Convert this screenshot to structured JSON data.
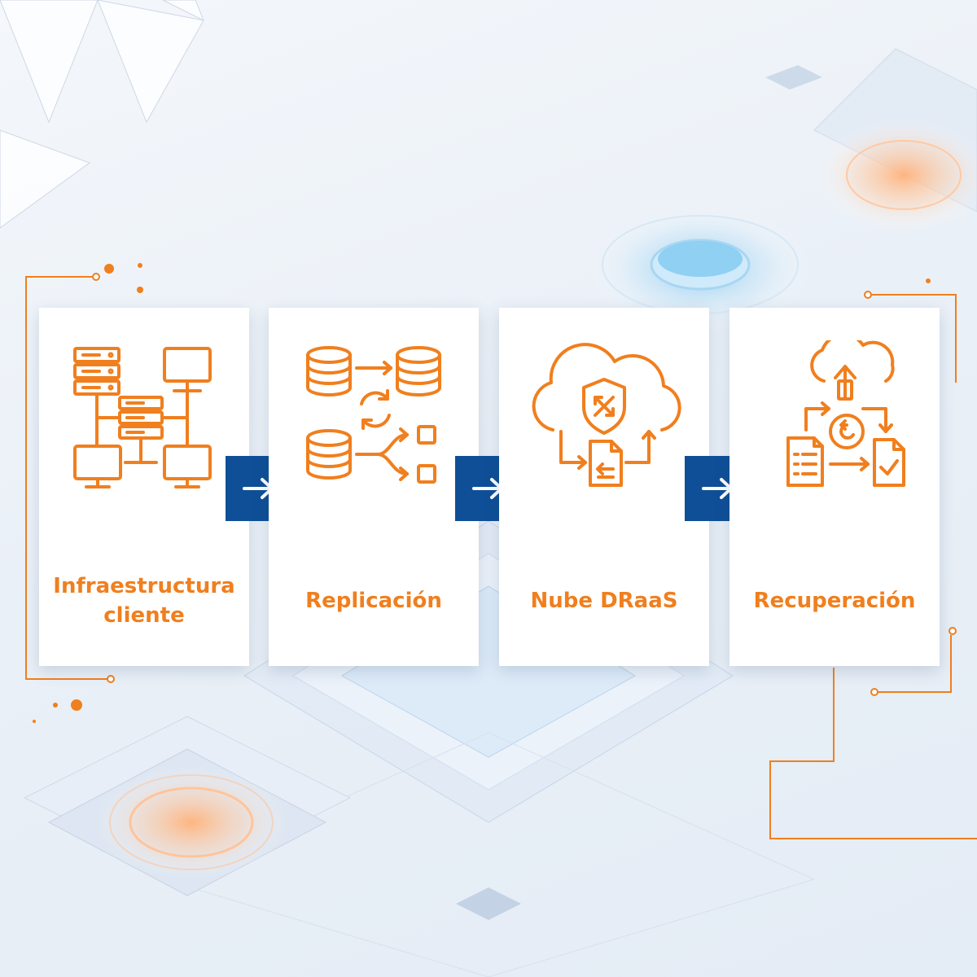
{
  "steps": [
    {
      "label": "Infraestructura cliente",
      "icon": "server-network-icon"
    },
    {
      "label": "Replicación",
      "icon": "database-replication-icon"
    },
    {
      "label": "Nube DRaaS",
      "icon": "cloud-shield-icon"
    },
    {
      "label": "Recuperación",
      "icon": "recovery-cycle-icon"
    }
  ],
  "connectors": [
    {
      "icon": "arrow-right-icon"
    },
    {
      "icon": "arrow-right-icon"
    },
    {
      "icon": "arrow-right-icon"
    }
  ],
  "colors": {
    "accent": "#f07f1e",
    "connector": "#0f4f97",
    "card": "#ffffff",
    "background": "#eaf0f7"
  }
}
